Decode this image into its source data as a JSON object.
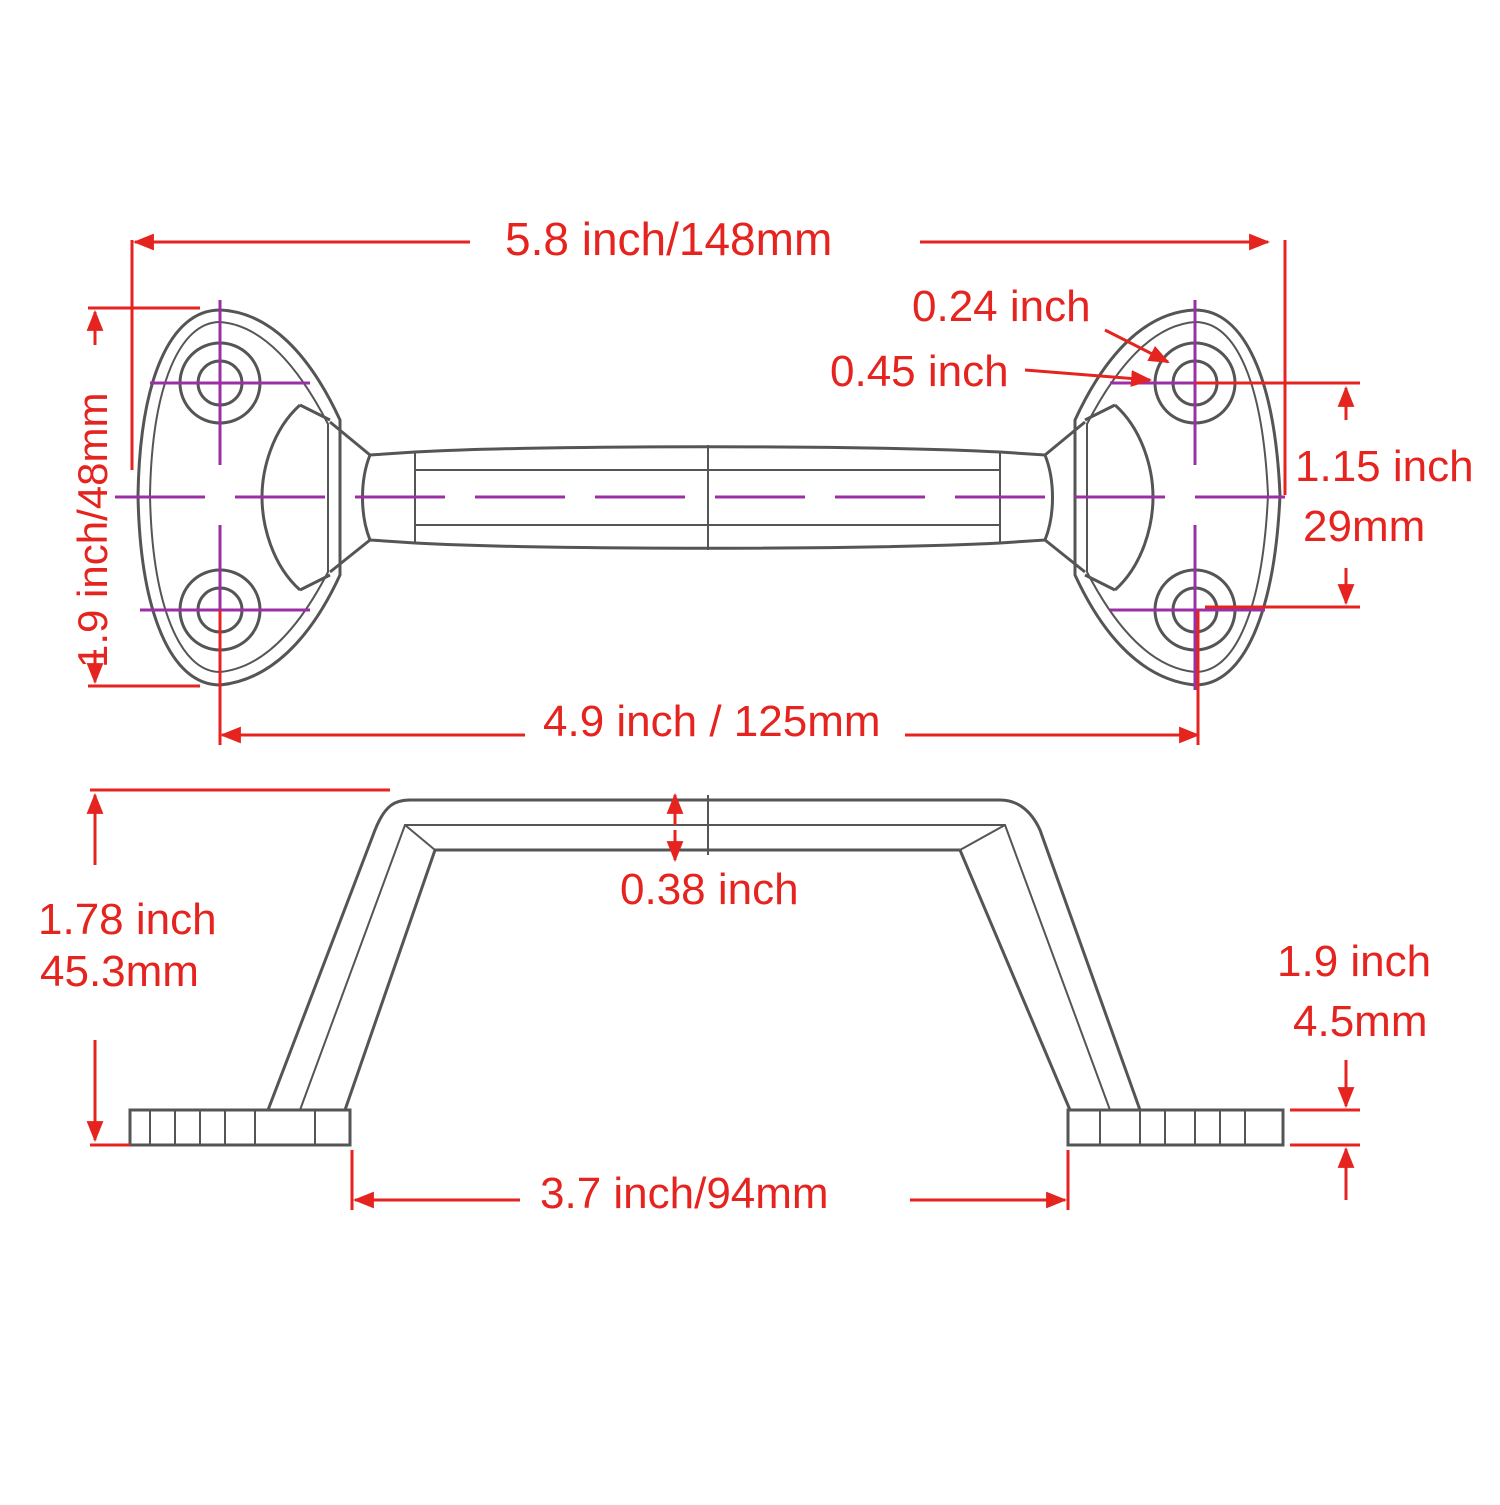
{
  "diagram": {
    "title": "Handle dimension drawing",
    "colors": {
      "dimension": "#e5231f",
      "centerline": "#9b2fa6",
      "outline": "#555555",
      "background": "#ffffff"
    },
    "top_view": {
      "overall_length": "5.8 inch/148mm",
      "hole_spacing_length": "4.9 inch / 125mm",
      "base_width": "1.9 inch/48mm",
      "hole_spacing_width_in": "1.15 inch",
      "hole_spacing_width_mm": "29mm",
      "hole_inner": "0.24 inch",
      "hole_outer": "0.45 inch"
    },
    "side_view": {
      "height_in": "1.78 inch",
      "height_mm": "45.3mm",
      "grip_thickness": "0.38 inch",
      "inner_span": "3.7 inch/94mm",
      "base_thickness_in": "1.9 inch",
      "base_thickness_mm": "4.5mm"
    }
  }
}
